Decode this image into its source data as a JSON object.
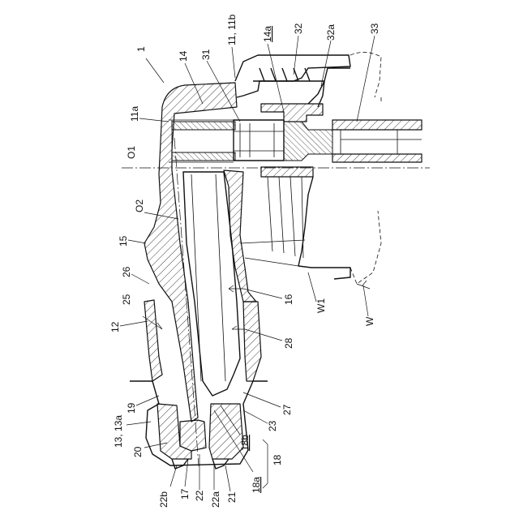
{
  "labels": {
    "r1": "1",
    "r11a": "11a",
    "r11b": "11, 11b",
    "r12": "12",
    "r13": "13, 13a",
    "r14": "14",
    "r14a": "14a",
    "r15": "15",
    "r16": "16",
    "r17": "17",
    "r18": "18",
    "r18a": "18a",
    "r18b": "18b",
    "r19": "19",
    "r20": "20",
    "r21": "21",
    "r22": "22",
    "r22a": "22a",
    "r22b": "22b",
    "r23": "23",
    "r25": "25",
    "r26": "26",
    "r27": "27",
    "r28": "28",
    "r31": "31",
    "r32": "32",
    "r32a": "32a",
    "r33": "33",
    "o1": "O1",
    "o2": "O2",
    "w": "W",
    "w1": "W1"
  }
}
